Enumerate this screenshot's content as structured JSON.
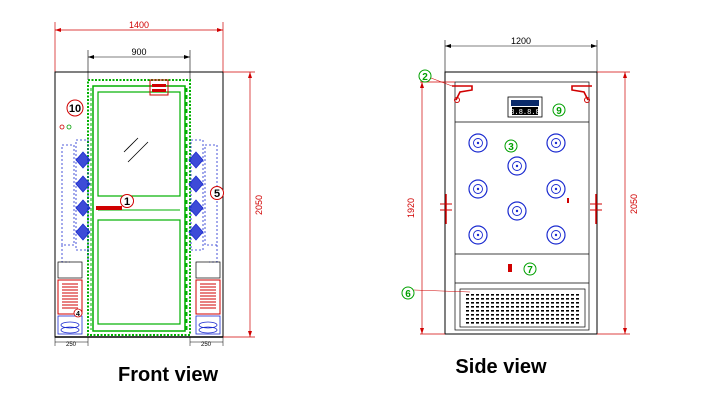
{
  "colors": {
    "dimension": "#d00000",
    "frame_outline": "#000000",
    "door_frame": "#00b000",
    "nozzle": "#1b2bd0",
    "callout_red": "#d00000",
    "callout_green": "#00a000",
    "fan_grille": "#d00000"
  },
  "front_view": {
    "caption": "Front view",
    "dim_total_width": "1400",
    "dim_door_width": "900",
    "dim_height": "2050",
    "dim_left_bottom": "250",
    "dim_right_bottom": "250",
    "callouts": [
      {
        "number": "10",
        "color": "red"
      },
      {
        "number": "1",
        "color": "red"
      },
      {
        "number": "5",
        "color": "red"
      },
      {
        "number": "4",
        "color": "red"
      }
    ]
  },
  "side_view": {
    "caption": "Side view",
    "dim_total_width": "1200",
    "dim_inner_height": "1920",
    "dim_height": "2050",
    "panel_display_text": "8.8.8.8",
    "callouts": [
      {
        "number": "2",
        "color": "green"
      },
      {
        "number": "9",
        "color": "green"
      },
      {
        "number": "3",
        "color": "green"
      },
      {
        "number": "7",
        "color": "green"
      },
      {
        "number": "6",
        "color": "green"
      }
    ]
  }
}
